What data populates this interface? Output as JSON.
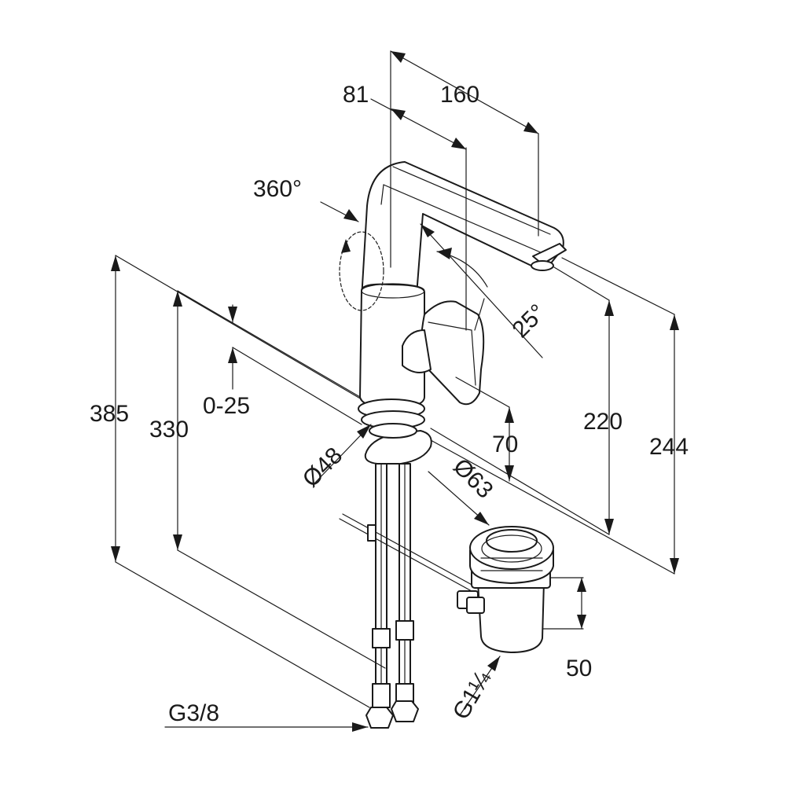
{
  "dimensions": {
    "spout_reach": "160",
    "spout_offset": "81",
    "swivel": "360°",
    "lever_angle": "25°",
    "total_height": "385",
    "height_to_deck": "330",
    "adjust_range": "0-25",
    "spout_height": "220",
    "top_height": "244",
    "base_diameter": "Ø48",
    "lever_height": "70",
    "drain_diameter": "Ø63",
    "drain_height": "50",
    "supply_thread": "G3/8",
    "drain_thread": "G1¼"
  }
}
